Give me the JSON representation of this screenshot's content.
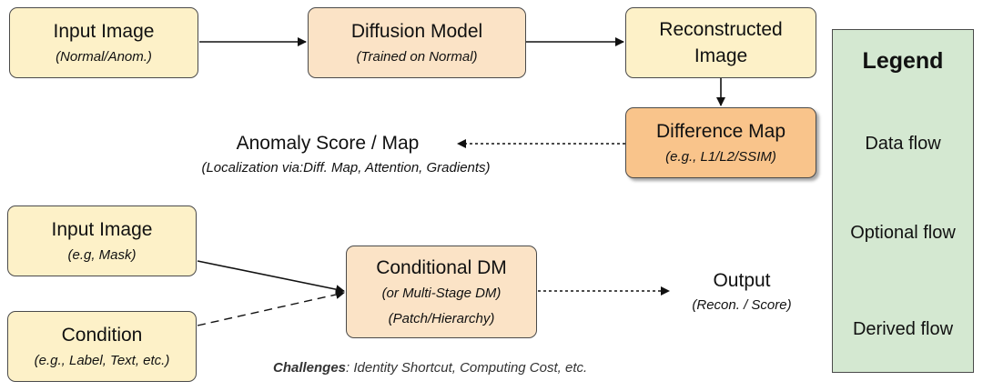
{
  "top_row": {
    "input": {
      "title": "Input Image",
      "subtitle": "(Normal/Anom.)"
    },
    "diffusion": {
      "title": "Diffusion Model",
      "subtitle": "(Trained on Normal)"
    },
    "reconstructed": {
      "title_line1": "Reconstructed",
      "title_line2": "Image"
    }
  },
  "difference_map": {
    "title": "Difference Map",
    "subtitle": "(e.g., L1/L2/SSIM)"
  },
  "anomaly_score": {
    "title": "Anomaly Score / Map",
    "subtitle": "(Localization via:Diff. Map, Attention, Gradients)"
  },
  "bottom_row": {
    "input": {
      "title": "Input Image",
      "subtitle": "(e.g, Mask)"
    },
    "condition": {
      "title": "Condition",
      "subtitle": "(e.g., Label, Text, etc.)"
    },
    "conditional_dm": {
      "title": "Conditional DM",
      "subtitle1": "(or Multi-Stage DM)",
      "subtitle2": "(Patch/Hierarchy)"
    },
    "output": {
      "title": "Output",
      "subtitle": "(Recon. / Score)"
    }
  },
  "challenges": {
    "label": "Challenges",
    "text": ": Identity Shortcut, Computing Cost, etc."
  },
  "legend": {
    "title": "Legend",
    "items": [
      {
        "label": "Data flow",
        "style": "solid"
      },
      {
        "label": "Optional flow",
        "style": "dashed"
      },
      {
        "label": "Derived flow",
        "style": "dotted"
      }
    ]
  },
  "colors": {
    "cream": "#fdf1c8",
    "peach": "#fbe3c6",
    "orange": "#f9c48b",
    "legend_bg": "#d4e8d1",
    "border": "#4a4a4a"
  }
}
